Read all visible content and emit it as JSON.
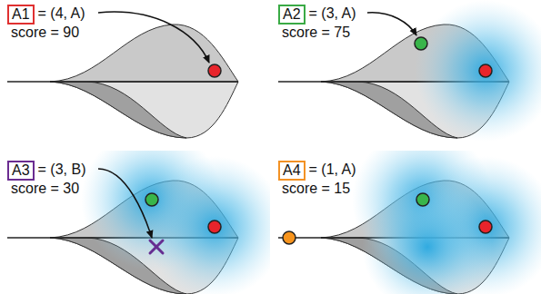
{
  "diagram": {
    "nodes": [
      {
        "text": [
          "A1"
        ]
      },
      {
        "text": [
          "A2"
        ]
      },
      {
        "text": [
          "A3"
        ]
      },
      {
        "text": [
          "A4"
        ]
      }
    ],
    "labels": [
      "= (4, A)",
      "score = 90",
      "= (3, A)",
      "score = 75",
      "= (3, B)",
      "score = 30",
      "= (1, A)",
      "score = 15"
    ]
  }
}
